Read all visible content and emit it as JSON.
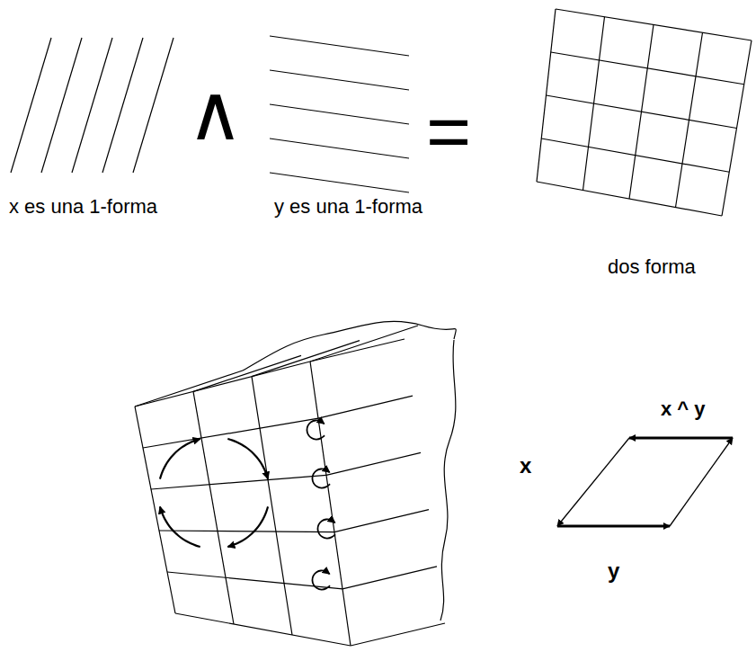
{
  "diagram": {
    "labels": [
      "∧",
      "=",
      "x es una 1-forma",
      "y es una 1-forma",
      "dos forma",
      "x ^ y",
      "x",
      "y"
    ]
  }
}
